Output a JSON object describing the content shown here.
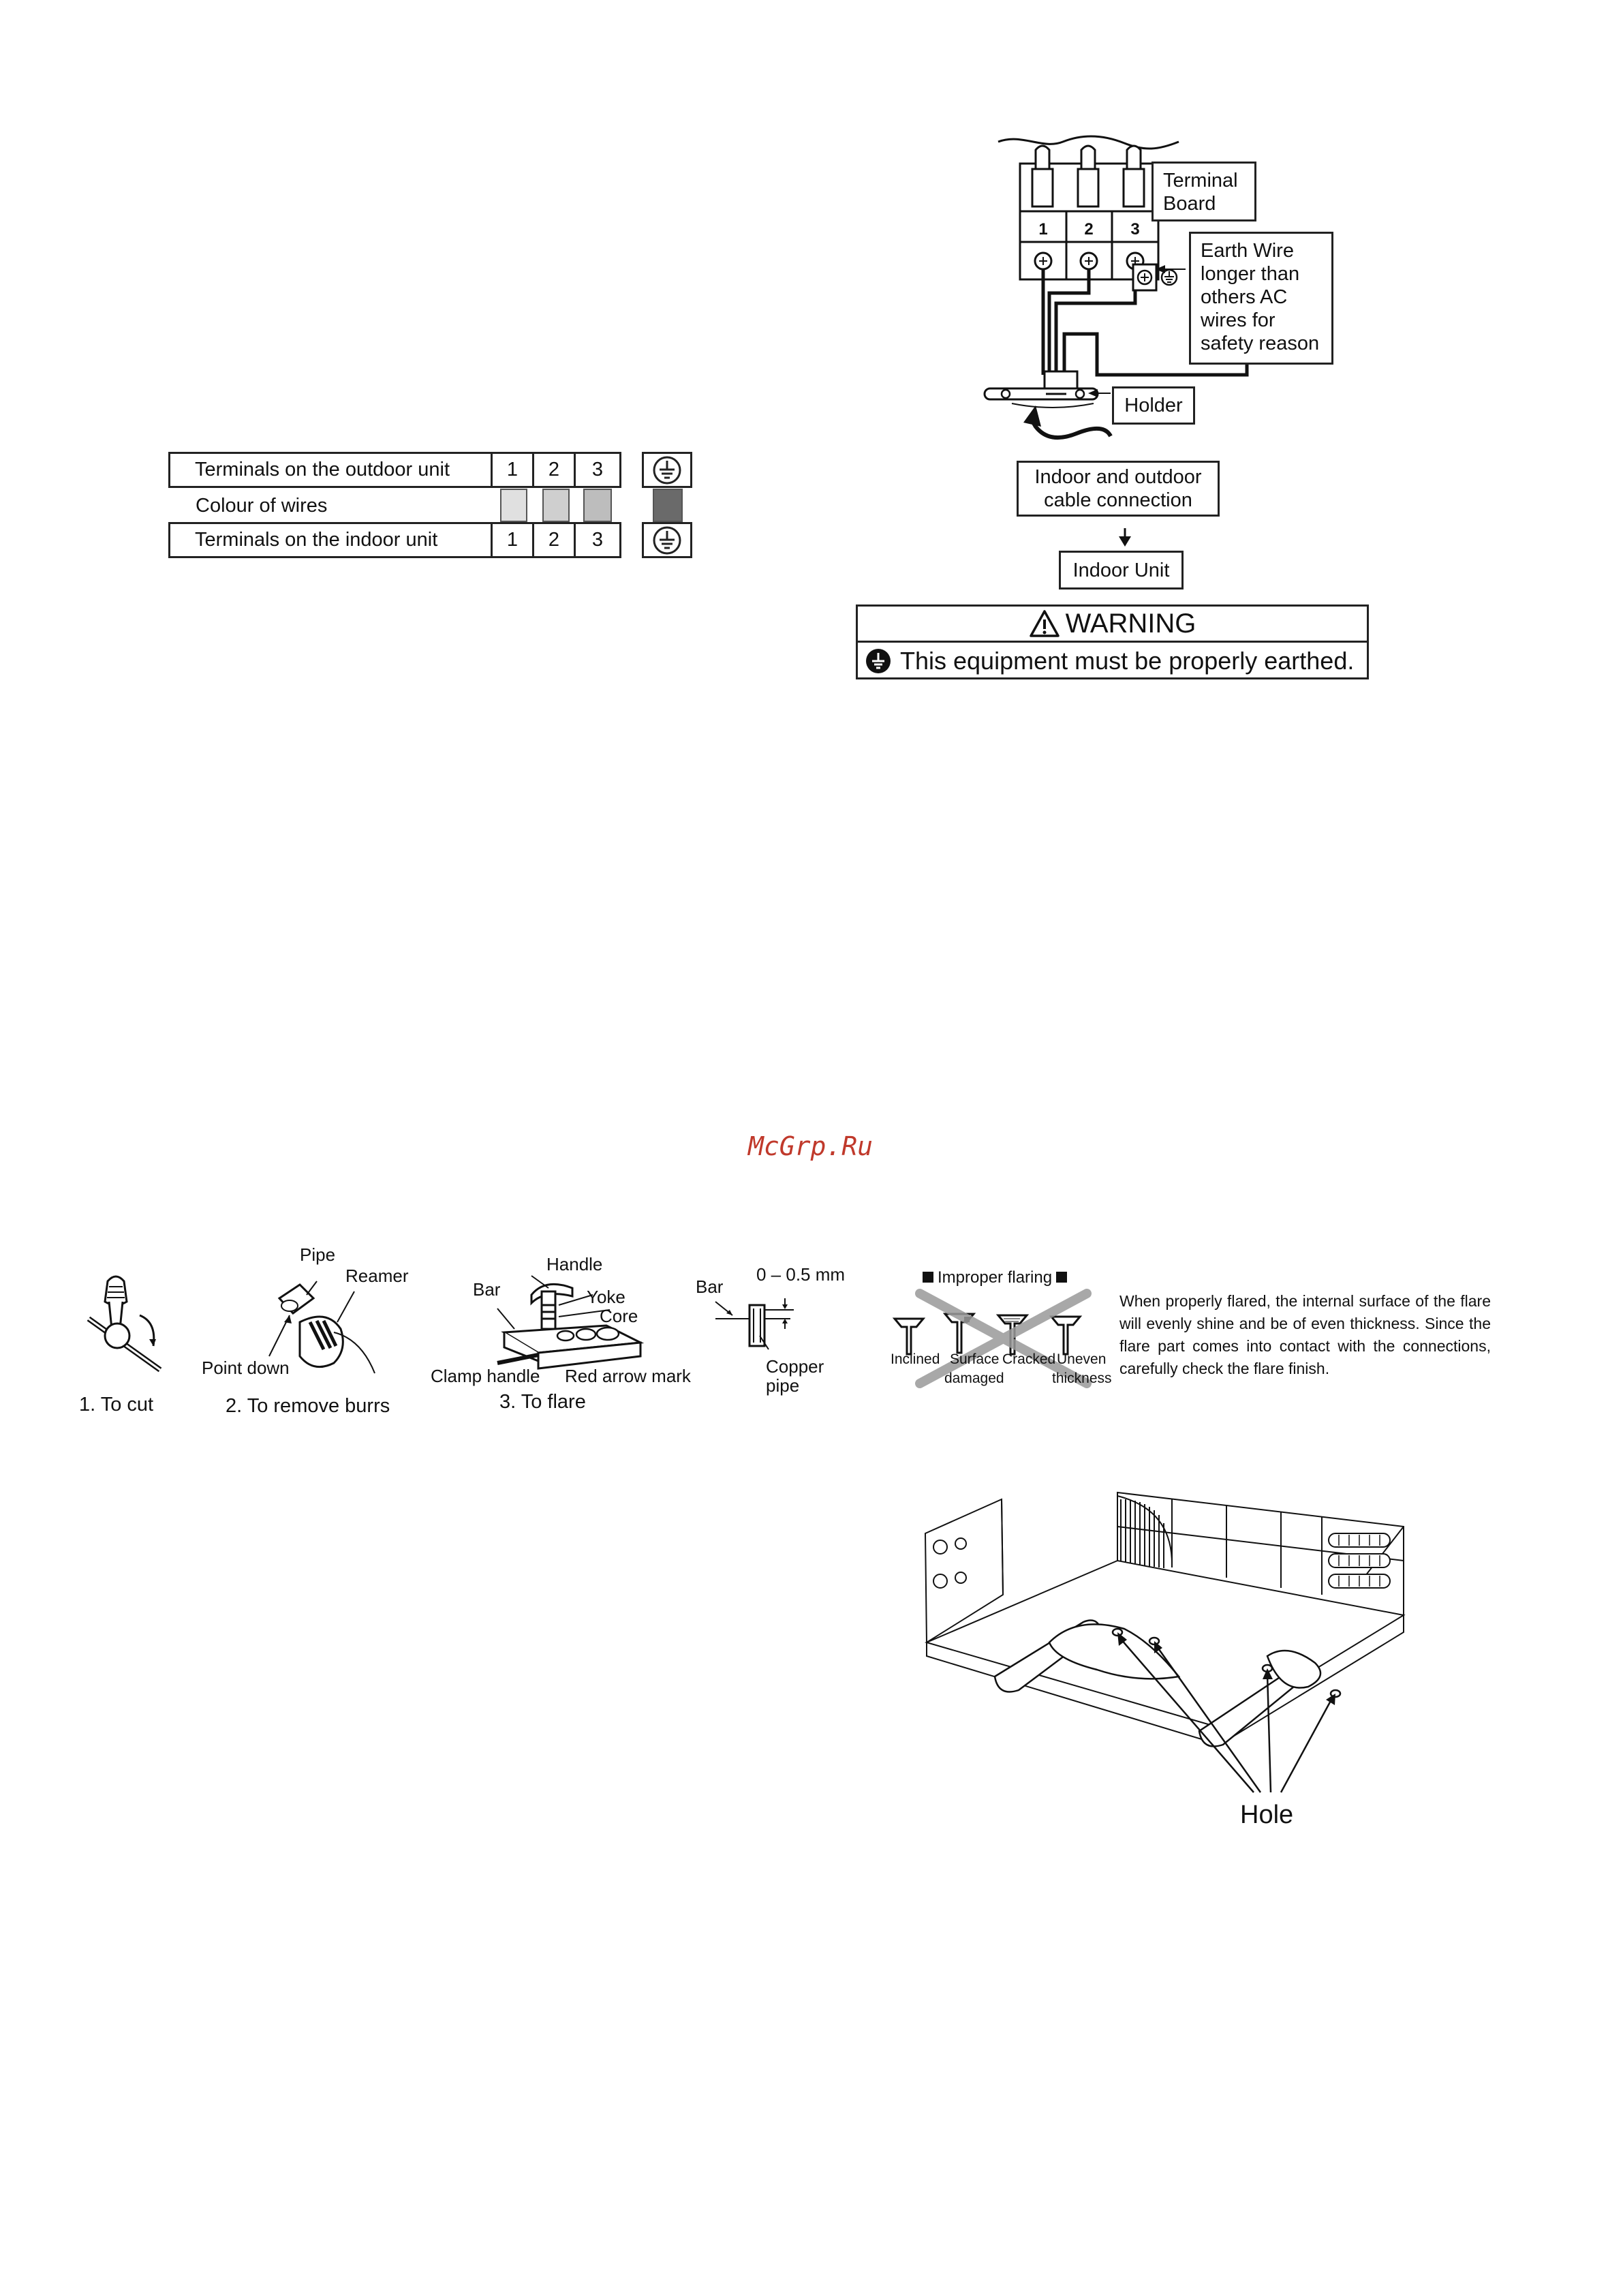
{
  "terminal_table": {
    "rows": [
      {
        "label": "Terminals on the outdoor unit",
        "nums": [
          "1",
          "2",
          "3"
        ]
      },
      {
        "label": "Colour of wires"
      },
      {
        "label": "Terminals on the indoor unit",
        "nums": [
          "1",
          "2",
          "3"
        ]
      }
    ],
    "wire_colours": [
      "#e0e0e0",
      "#cfcfcf",
      "#bdbdbd",
      "#6a6a6a"
    ]
  },
  "wiring_diagram": {
    "terminal_board": "Terminal Board",
    "terminal_numbers": [
      "1",
      "2",
      "3"
    ],
    "earth_wire_lines": [
      "Earth Wire",
      "longer than",
      "others AC",
      "wires for",
      "safety reason"
    ],
    "holder": "Holder",
    "cable_connection_lines": [
      "Indoor and outdoor",
      "cable connection"
    ],
    "indoor_unit": "Indoor Unit"
  },
  "warning": {
    "title": "WARNING",
    "message": "This equipment must be properly earthed."
  },
  "watermark": "McGrp.Ru",
  "pipe_steps": {
    "cut_caption": "1.  To cut",
    "burrs_labels": {
      "pipe": "Pipe",
      "reamer": "Reamer",
      "point_down": "Point down"
    },
    "burrs_caption": "2.  To remove burrs",
    "flare_labels": {
      "handle": "Handle",
      "bar": "Bar",
      "yoke": "Yoke",
      "core": "Core",
      "clamp_handle": "Clamp handle",
      "red_arrow_mark": "Red arrow mark"
    },
    "flare_caption": "3.  To flare",
    "gap_labels": {
      "bar": "Bar",
      "gap": "0 – 0.5 mm",
      "copper_pipe_1": "Copper",
      "copper_pipe_2": "pipe"
    }
  },
  "improper_flaring": {
    "title": "Improper flaring",
    "items": [
      {
        "line1": "Inclined",
        "line2": ""
      },
      {
        "line1": "Surface",
        "line2": "damaged"
      },
      {
        "line1": "Cracked",
        "line2": ""
      },
      {
        "line1": "Uneven",
        "line2": "thickness"
      }
    ],
    "description": "When properly flared, the internal surface of the flare will evenly shine and be of even thickness. Since the flare part comes into contact with the connections, carefully check the flare finish."
  },
  "base_figure": {
    "hole_label": "Hole"
  }
}
